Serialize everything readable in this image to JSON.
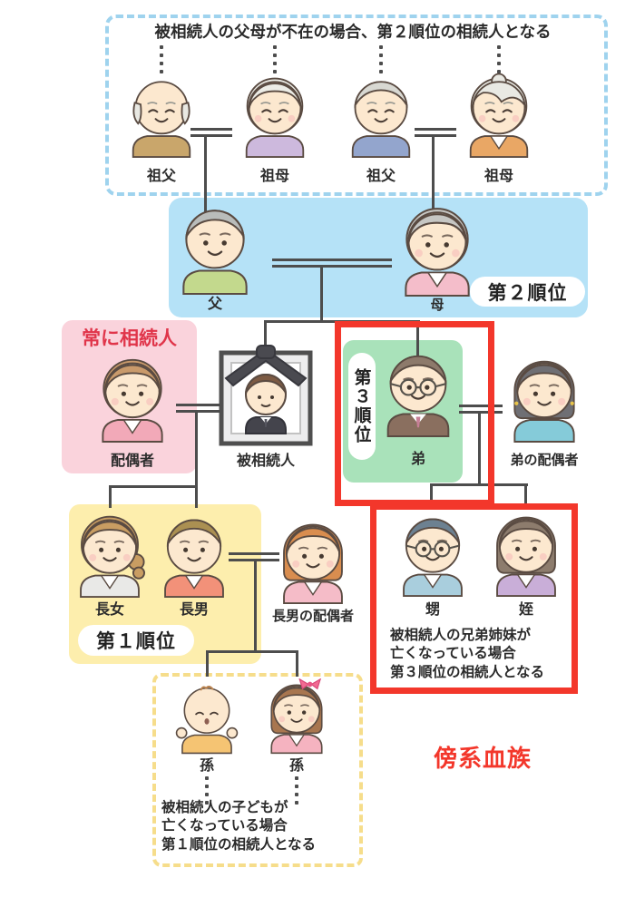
{
  "legend": {
    "always_heir": "常に相続人",
    "rank1": "第１順位",
    "rank2": "第２順位",
    "rank3": "第３順位",
    "collateral_relatives": "傍系血族"
  },
  "notes": {
    "grandparents": "被相続人の父母が不在の場合、第２順位の相続人となる",
    "nephew_niece": [
      "被相続人の兄弟姉妹が",
      "亡くなっている場合",
      "第３順位の相続人となる"
    ],
    "grandchildren": [
      "被相続人の子どもが",
      "亡くなっている場合",
      "第１順位の相続人となる"
    ]
  },
  "people": [
    {
      "id": "grandfather-1",
      "label": "祖父"
    },
    {
      "id": "grandmother-1",
      "label": "祖母"
    },
    {
      "id": "grandfather-2",
      "label": "祖父"
    },
    {
      "id": "grandmother-2",
      "label": "祖母"
    },
    {
      "id": "father",
      "label": "父"
    },
    {
      "id": "mother",
      "label": "母"
    },
    {
      "id": "spouse",
      "label": "配偶者"
    },
    {
      "id": "decedent",
      "label": "被相続人"
    },
    {
      "id": "brother",
      "label": "弟"
    },
    {
      "id": "brothers-spouse",
      "label": "弟の配偶者"
    },
    {
      "id": "eldest-daughter",
      "label": "長女"
    },
    {
      "id": "eldest-son",
      "label": "長男"
    },
    {
      "id": "eldest-sons-spouse",
      "label": "長男の配偶者"
    },
    {
      "id": "nephew",
      "label": "甥"
    },
    {
      "id": "niece",
      "label": "姪"
    },
    {
      "id": "grandchild-1",
      "label": "孫"
    },
    {
      "id": "grandchild-2",
      "label": "孫"
    }
  ],
  "colors": {
    "red_accent": "#f3372b",
    "always_heir_text": "#e0354a",
    "rank2_box": "#b5e2f7",
    "rank1_box": "#fdeead",
    "rank3_box": "#a9e2ba",
    "spouse_box": "#fad3dc",
    "grandparents_border": "#9fd3ee",
    "grandchildren_border": "#f6dd8b",
    "connector": "#4d4d4d"
  }
}
